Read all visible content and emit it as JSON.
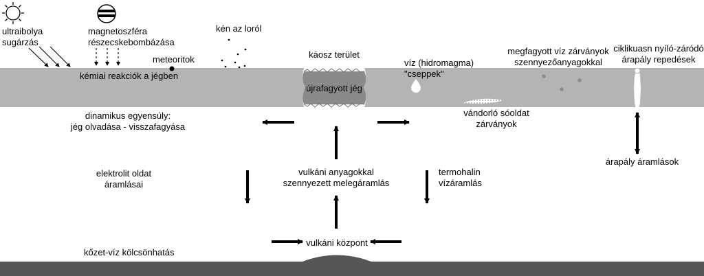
{
  "labels": {
    "uv": [
      "ultraibolya",
      "sugárzás"
    ],
    "magnetosphere": [
      "magnetoszféra",
      "részecskebombázása"
    ],
    "sulfur": "kén az loról",
    "meteorites": "meteoritok",
    "chemical": "kémiai reakciók a jégben",
    "chaos": "káosz terület",
    "refrozen": "újrafagyott jég",
    "water_drops": [
      "víz (hidromagma)",
      "\"cseppek\""
    ],
    "frozen_inclusions": [
      "megfagyott víz zárványok",
      "szennyezőanyagokkal"
    ],
    "tidal_cracks": [
      "ciklikuasn nyíló-záródó",
      "árapály repedések"
    ],
    "dynamic": [
      "dinamikus egyensúly:",
      "jég olvadása - visszafagyása"
    ],
    "brine": [
      "vándorló sóoldat",
      "zárványok"
    ],
    "tidal_flows": "árapály áramlások",
    "electrolyte": [
      "elektrolit oldat",
      "áramlásai"
    ],
    "volcanic_flow": [
      "vulkáni anyagokkal",
      "szennyezett melegáramlás"
    ],
    "thermohaline": [
      "termohalin",
      "vízáramlás"
    ],
    "rock_water": "kőzet-víz kölcsönhatás",
    "volcanic_center": "vulkáni központ"
  },
  "colors": {
    "ice": "#b4b4b4",
    "ice_edge": "#8e8e8e",
    "chaos": "#8a8a8a",
    "seafloor": "#555555",
    "ink": "#000000"
  }
}
